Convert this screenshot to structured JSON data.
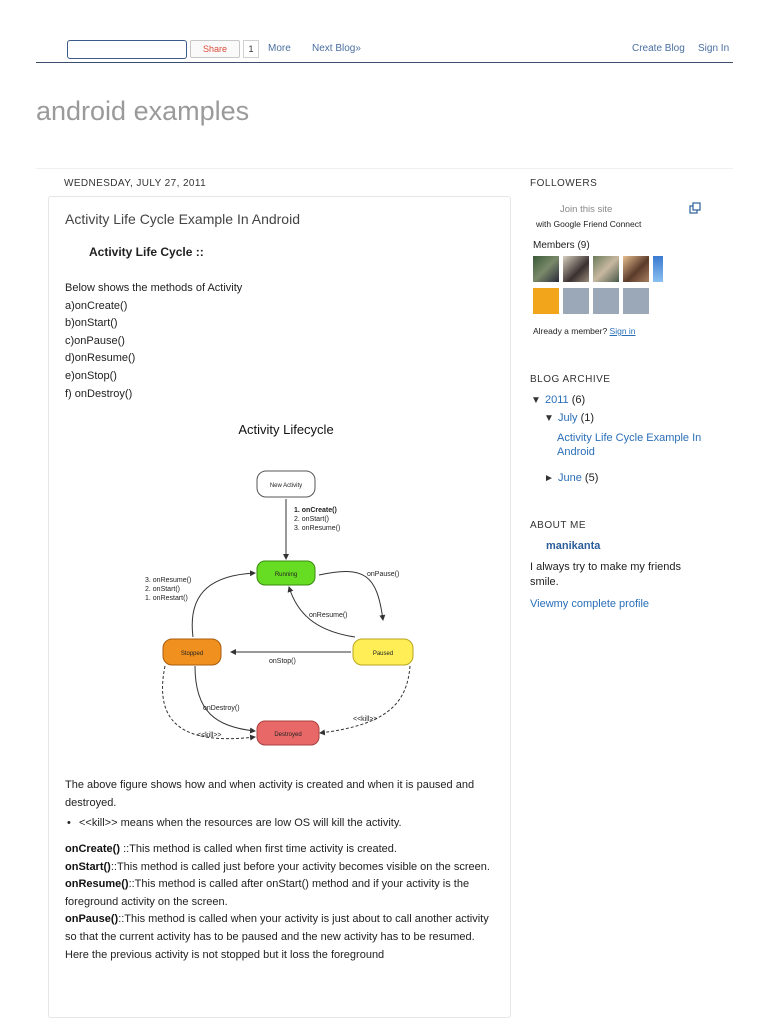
{
  "navbar": {
    "search_value": "",
    "share_label": "Share",
    "share_count": "1",
    "more_label": "More",
    "next_blog_label": "Next Blog»",
    "create_blog_label": "Create Blog",
    "sign_in_label": "Sign In"
  },
  "blog": {
    "title": "android examples"
  },
  "post": {
    "date": "WEDNESDAY, JULY 27, 2011",
    "title": "Activity Life Cycle Example In Android",
    "subheading": "Activity Life Cycle ::",
    "intro": "Below shows the methods of Activity",
    "methods": [
      "a)onCreate()",
      "b)onStart()",
      "c)onPause()",
      "d)onResume()",
      "e)onStop()",
      "f) onDestroy()"
    ],
    "diagram": {
      "title": "Activity Lifecycle",
      "states": {
        "new_activity": "New Activity",
        "running": "Running",
        "paused": "Paused",
        "stopped": "Stopped",
        "destroyed": "Destroyed"
      },
      "labels": {
        "create_1": "1. onCreate()",
        "create_2": "2. onStart()",
        "create_3": "3. onResume()",
        "restart_1": "3. onResume()",
        "restart_2": "2. onStart()",
        "restart_3": "1. onRestart()",
        "on_pause": "onPause()",
        "on_resume": "onResume()",
        "on_stop": "onStop()",
        "on_destroy": "onDestroy()",
        "kill_left": "<<kill>>",
        "kill_right": "<<kill>>"
      }
    },
    "para1": "The above figure shows how and when activity is created and when it is paused and destroyed.",
    "bullet": "<<kill>> means when the resources are low OS will kill the activity.",
    "definitions": [
      {
        "term": "onCreate()",
        "text": " ::This method is called when first time activity is created."
      },
      {
        "term": "onStart()",
        "text": "::This method is called just before your activity becomes visible on the screen."
      },
      {
        "term": "onResume()",
        "text": "::This method is called after onStart() method and if your activity is the foreground activity on the screen."
      },
      {
        "term": "onPause()",
        "text": "::This method is called when your activity is just about to call another activity so that the current activity has to be paused and the new activity has to be resumed. Here the previous activity is not stopped but it loss the foreground"
      }
    ]
  },
  "sidebar": {
    "followers_heading": "FOLLOWERS",
    "join_label": "Join this site",
    "gfc_text": "with Google Friend Connect",
    "members_label": "Members (9)",
    "already_text": "Already a member?",
    "sign_in_link": "Sign in",
    "archive_heading": "BLOG ARCHIVE",
    "archive": {
      "year_toggle": "▼",
      "year": "2011",
      "year_count": "(6)",
      "month_toggle": "▼",
      "month": "July",
      "month_count": "(1)",
      "post_link": "Activity Life Cycle Example In Android",
      "month2_toggle": "►",
      "month2": "June",
      "month2_count": "(5)"
    },
    "about_heading": "ABOUT ME",
    "about_name": "manikanta",
    "about_text": "I always try to make my friends smile.",
    "profile_link": "Viewmy complete profile"
  },
  "colors": {
    "running": "#66dd22",
    "paused": "#ffee55",
    "stopped": "#f0901e",
    "destroyed": "#e86868",
    "link": "#2a6fb8"
  }
}
